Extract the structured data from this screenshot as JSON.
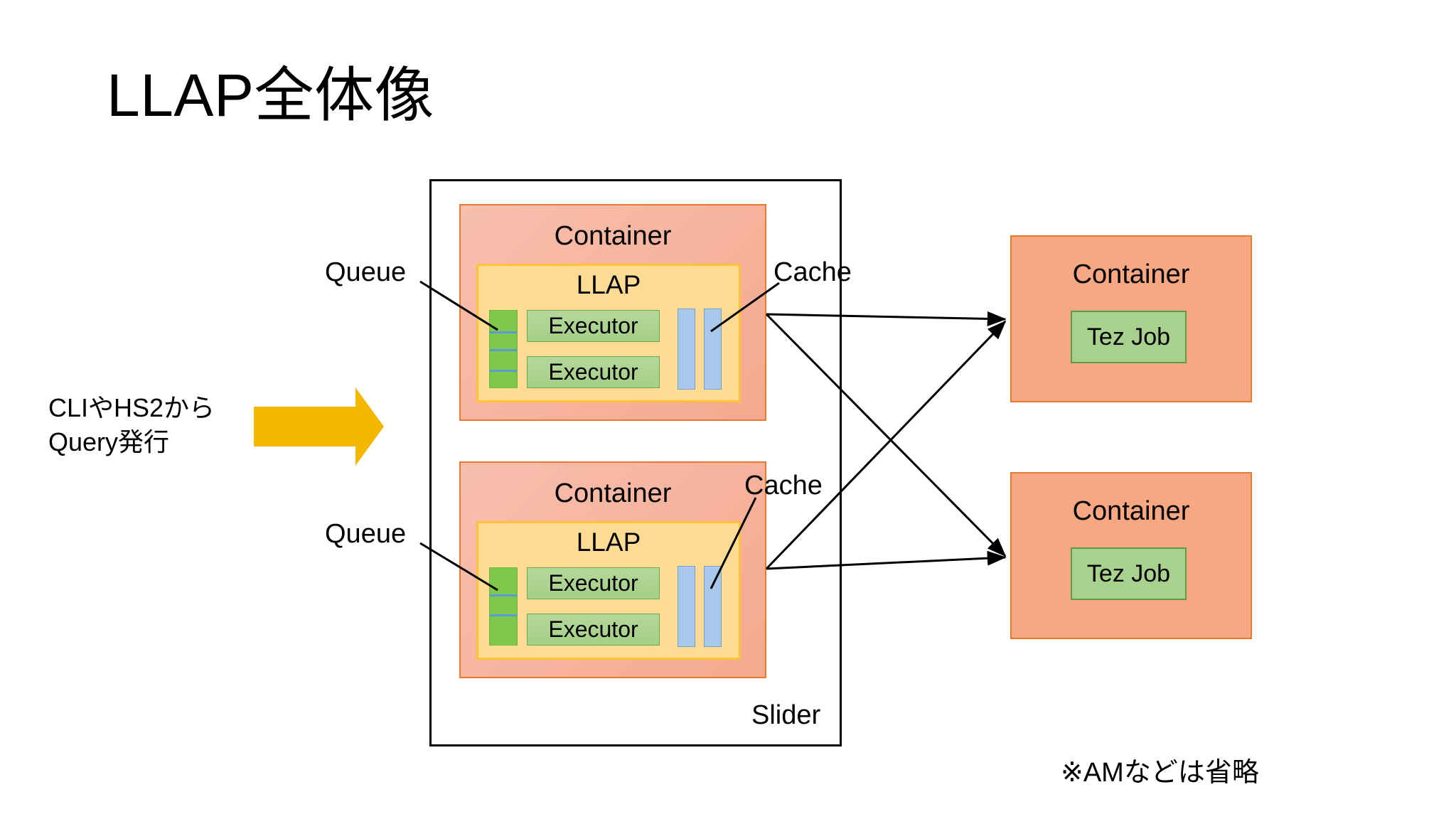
{
  "slide": {
    "title": "LLAP全体像",
    "background_color": "#ffffff",
    "footnote": "※AMなどは省略"
  },
  "query_source": {
    "line1": "CLIやHS2から",
    "line2": "Query発行",
    "arrow_color": "#f5b800",
    "arrow_name": "right-arrow-icon"
  },
  "slider": {
    "label": "Slider",
    "border_color": "#000000"
  },
  "llap_containers": [
    {
      "heading": "Container",
      "fill": "#f5b3a0",
      "border": "#e8792e",
      "llap": {
        "heading": "LLAP",
        "fill": "#ffdb93",
        "border": "#ffc235",
        "queue": {
          "label": "Queue",
          "fill": "#7ec84a",
          "divider_color": "#5b9bd5",
          "divider_positions_pct": [
            27,
            50,
            77
          ]
        },
        "executors": [
          {
            "label": "Executor",
            "fill": "#aad18e"
          },
          {
            "label": "Executor",
            "fill": "#aad18e"
          }
        ],
        "cache": {
          "label": "Cache",
          "fill": "#a9c9ec",
          "border": "#6f9fd0",
          "bars": 2
        }
      }
    },
    {
      "heading": "Container",
      "fill": "#f5b3a0",
      "border": "#e8792e",
      "llap": {
        "heading": "LLAP",
        "fill": "#ffdb93",
        "border": "#ffc235",
        "queue": {
          "label": "Queue",
          "fill": "#7ec84a",
          "divider_color": "#5b9bd5",
          "divider_positions_pct": [
            34,
            60
          ]
        },
        "executors": [
          {
            "label": "Executor",
            "fill": "#aad18e"
          },
          {
            "label": "Executor",
            "fill": "#aad18e"
          }
        ],
        "cache": {
          "label": "Cache",
          "fill": "#a9c9ec",
          "border": "#6f9fd0",
          "bars": 2
        }
      }
    }
  ],
  "tez_containers": [
    {
      "heading": "Container",
      "fill": "#f7a883",
      "border": "#e8792e",
      "job": {
        "label": "Tez Job",
        "fill": "#a9d18e",
        "border": "#5f9b43"
      }
    },
    {
      "heading": "Container",
      "fill": "#f7a883",
      "border": "#e8792e",
      "job": {
        "label": "Tez Job",
        "fill": "#a9d18e",
        "border": "#5f9b43"
      }
    }
  ],
  "connectors": {
    "arrow_color": "#000000",
    "count": 4,
    "description": "crossing arrows from each LLAP container to both Tez containers"
  }
}
